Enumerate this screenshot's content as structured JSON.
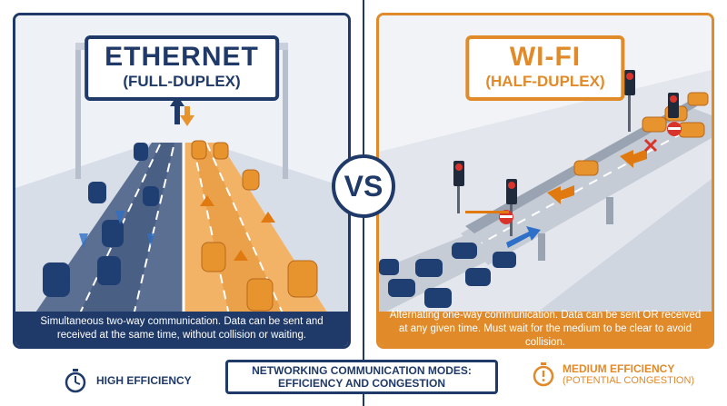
{
  "ethernet": {
    "title": "ETHERNET",
    "subtitle": "(FULL-DUPLEX)",
    "caption": "Simultaneous two-way communication. Data can be sent and received at the same time, without collision or waiting."
  },
  "wifi": {
    "title": "WI-FI",
    "subtitle": "(HALF-DUPLEX)",
    "caption": "Alternating one-way communication. Data can be sent OR received at any given time. Must wait for the medium to be clear to avoid collision."
  },
  "vs_label": "VS",
  "footer": {
    "left_label": "HIGH EFFICIENCY",
    "center_line1": "NETWORKING COMMUNICATION MODES:",
    "center_line2": "EFFICIENCY AND CONGESTION",
    "right_line1": "MEDIUM EFFICIENCY",
    "right_line2": "(POTENTIAL CONGESTION)"
  },
  "colors": {
    "navy": "#1f3a68",
    "orange": "#e08a2a",
    "blue_car": "#1f3f73",
    "orange_car": "#e8942e",
    "stop_red": "#d9342b"
  },
  "icons": {
    "left_footer": "stopwatch-icon",
    "right_footer": "warning-stopwatch-icon",
    "collision": "x-mark-icon"
  }
}
